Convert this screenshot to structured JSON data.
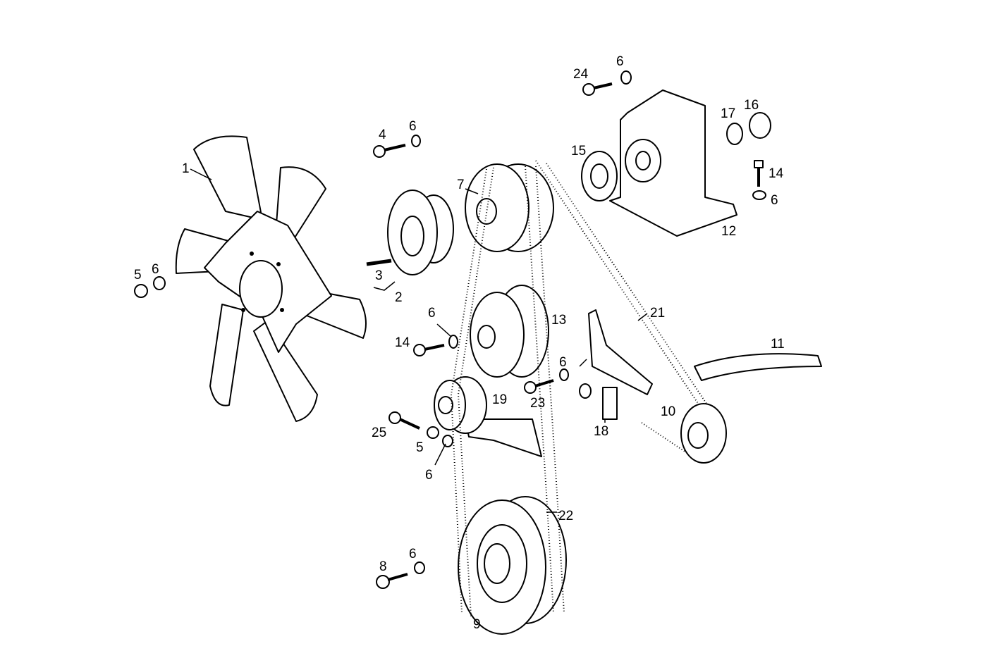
{
  "labels": {
    "l1": "1",
    "l2": "2",
    "l3": "3",
    "l4": "4",
    "l5a": "5",
    "l5b": "5",
    "l6a": "6",
    "l6b": "6",
    "l6c": "6",
    "l6d": "6",
    "l6e": "6",
    "l6f": "6",
    "l6g": "6",
    "l6h": "6",
    "l7": "7",
    "l8": "8",
    "l9": "9",
    "l10": "10",
    "l11": "11",
    "l12": "12",
    "l13": "13",
    "l14a": "14",
    "l14b": "14",
    "l15": "15",
    "l16": "16",
    "l17": "17",
    "l18": "18",
    "l19": "19",
    "l21": "21",
    "l22": "22",
    "l23": "23",
    "l24": "24",
    "l25": "25"
  }
}
